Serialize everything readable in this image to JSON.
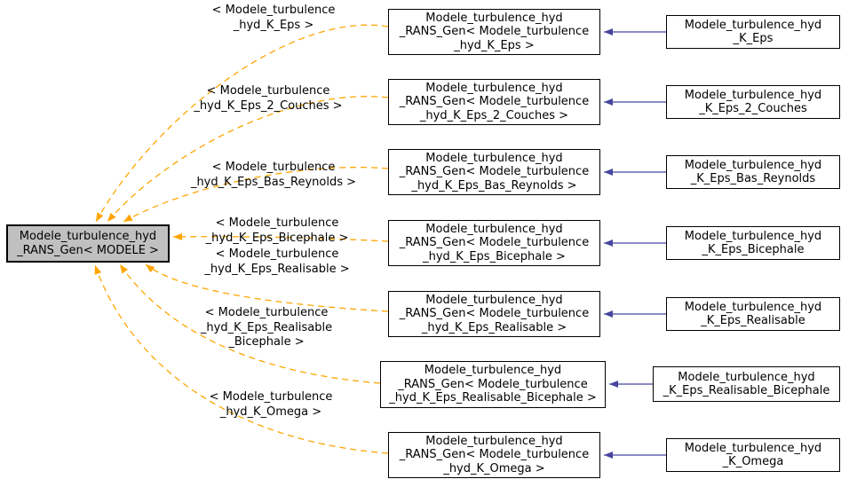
{
  "colors": {
    "template_edge": "#ffa500",
    "inheritance_edge": "#4646a0",
    "root_fill": "#c0c0c0",
    "node_fill": "#ffffff",
    "node_border": "#000000",
    "text": "#000000"
  },
  "root": {
    "label": "Modele_turbulence_hyd\n_RANS_Gen< MODELE >"
  },
  "rows": [
    {
      "instance_label": "Modele_turbulence_hyd\n_RANS_Gen< Modele_turbulence\n_hyd_K_Eps >",
      "class_label": "Modele_turbulence_hyd\n_K_Eps",
      "edge_label": "< Modele_turbulence\n_hyd_K_Eps >"
    },
    {
      "instance_label": "Modele_turbulence_hyd\n_RANS_Gen< Modele_turbulence\n_hyd_K_Eps_2_Couches >",
      "class_label": "Modele_turbulence_hyd\n_K_Eps_2_Couches",
      "edge_label": "< Modele_turbulence\n_hyd_K_Eps_2_Couches >"
    },
    {
      "instance_label": "Modele_turbulence_hyd\n_RANS_Gen< Modele_turbulence\n_hyd_K_Eps_Bas_Reynolds >",
      "class_label": "Modele_turbulence_hyd\n_K_Eps_Bas_Reynolds",
      "edge_label": "< Modele_turbulence\n_hyd_K_Eps_Bas_Reynolds >"
    },
    {
      "instance_label": "Modele_turbulence_hyd\n_RANS_Gen< Modele_turbulence\n_hyd_K_Eps_Bicephale >",
      "class_label": "Modele_turbulence_hyd\n_K_Eps_Bicephale",
      "edge_label": "< Modele_turbulence\n_hyd_K_Eps_Bicephale >"
    },
    {
      "instance_label": "Modele_turbulence_hyd\n_RANS_Gen< Modele_turbulence\n_hyd_K_Eps_Realisable >",
      "class_label": "Modele_turbulence_hyd\n_K_Eps_Realisable",
      "edge_label": "< Modele_turbulence\n_hyd_K_Eps_Realisable >"
    },
    {
      "instance_label": "Modele_turbulence_hyd\n_RANS_Gen< Modele_turbulence\n_hyd_K_Eps_Realisable_Bicephale >",
      "class_label": "Modele_turbulence_hyd\n_K_Eps_Realisable_Bicephale",
      "edge_label": "< Modele_turbulence\n_hyd_K_Eps_Realisable\n_Bicephale >"
    },
    {
      "instance_label": "Modele_turbulence_hyd\n_RANS_Gen< Modele_turbulence\n_hyd_K_Omega >",
      "class_label": "Modele_turbulence_hyd\n_K_Omega",
      "edge_label": "< Modele_turbulence\n_hyd_K_Omega >"
    }
  ]
}
